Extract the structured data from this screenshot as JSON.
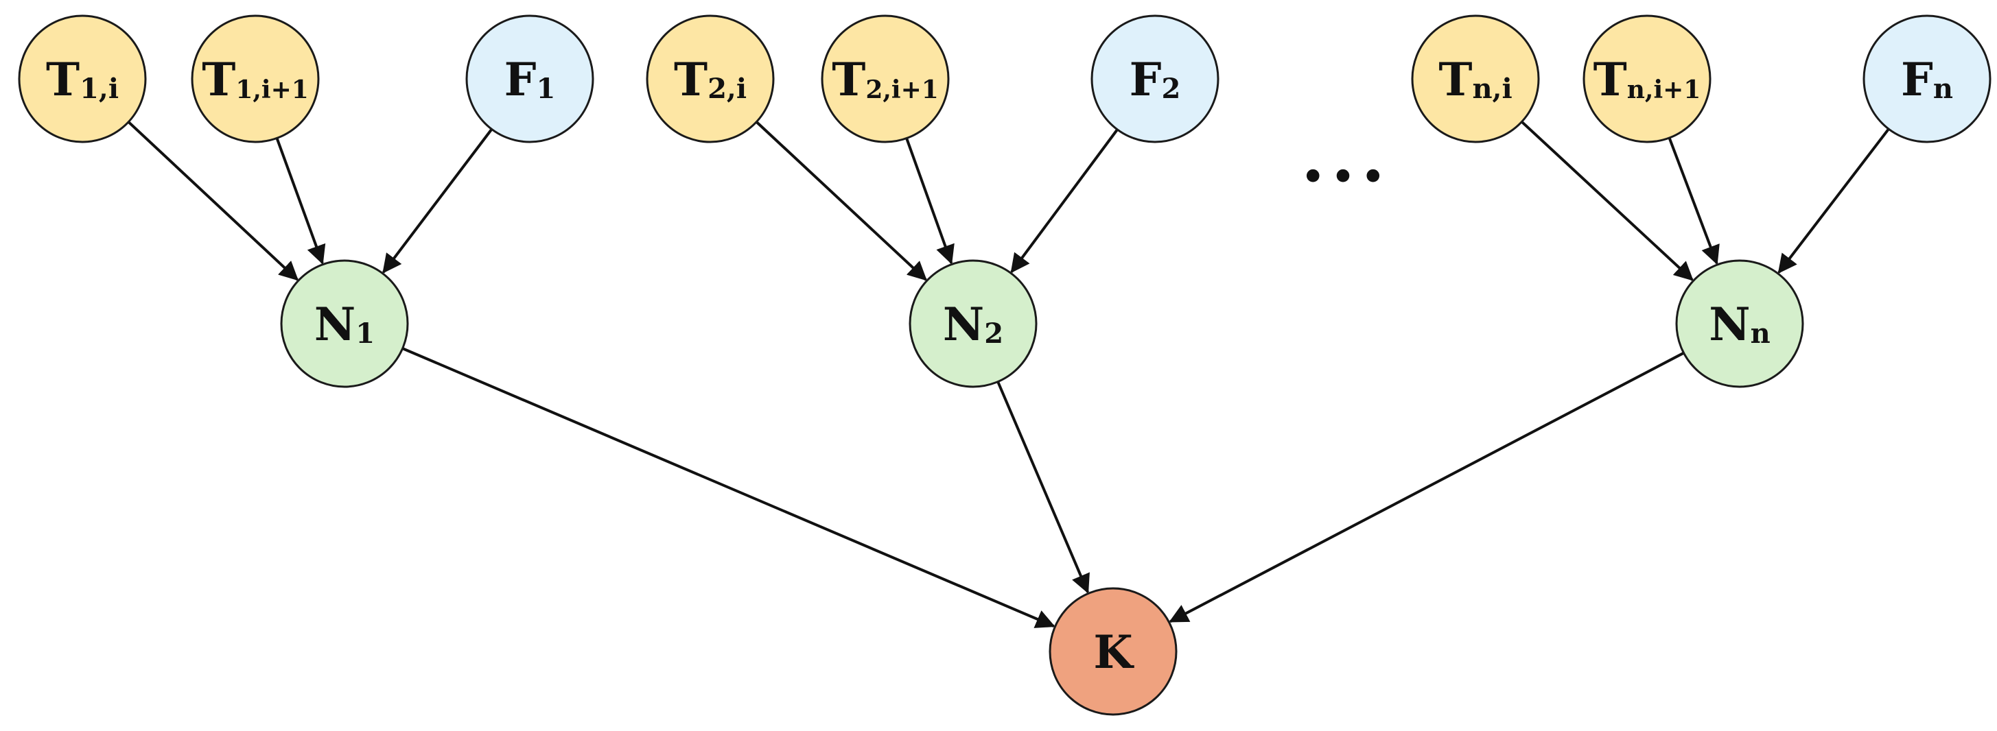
{
  "colors": {
    "t_node": "#FDE6A4",
    "f_node": "#DFF1FB",
    "n_node": "#D5EFCC",
    "k_node": "#EFA27F"
  },
  "groups": [
    {
      "t_nodes": [
        {
          "main": "T",
          "sub": "1,i"
        },
        {
          "main": "T",
          "sub": "1,i+1"
        }
      ],
      "f_node": {
        "main": "F",
        "sub": "1"
      },
      "n_node": {
        "main": "N",
        "sub": "1"
      }
    },
    {
      "t_nodes": [
        {
          "main": "T",
          "sub": "2,i"
        },
        {
          "main": "T",
          "sub": "2,i+1"
        }
      ],
      "f_node": {
        "main": "F",
        "sub": "2"
      },
      "n_node": {
        "main": "N",
        "sub": "2"
      }
    },
    {
      "t_nodes": [
        {
          "main": "T",
          "sub": "n,i"
        },
        {
          "main": "T",
          "sub": "n,i+1"
        }
      ],
      "f_node": {
        "main": "F",
        "sub": "n"
      },
      "n_node": {
        "main": "N",
        "sub": "n"
      }
    }
  ],
  "ellipsis": "•••",
  "k_node": {
    "main": "K"
  },
  "edges": [
    {
      "from": "g0-t0",
      "to": "g0-n"
    },
    {
      "from": "g0-t1",
      "to": "g0-n"
    },
    {
      "from": "g0-f",
      "to": "g0-n"
    },
    {
      "from": "g1-t0",
      "to": "g1-n"
    },
    {
      "from": "g1-t1",
      "to": "g1-n"
    },
    {
      "from": "g1-f",
      "to": "g1-n"
    },
    {
      "from": "g2-t0",
      "to": "g2-n"
    },
    {
      "from": "g2-t1",
      "to": "g2-n"
    },
    {
      "from": "g2-f",
      "to": "g2-n"
    },
    {
      "from": "g0-n",
      "to": "k"
    },
    {
      "from": "g1-n",
      "to": "k"
    },
    {
      "from": "g2-n",
      "to": "k"
    }
  ]
}
